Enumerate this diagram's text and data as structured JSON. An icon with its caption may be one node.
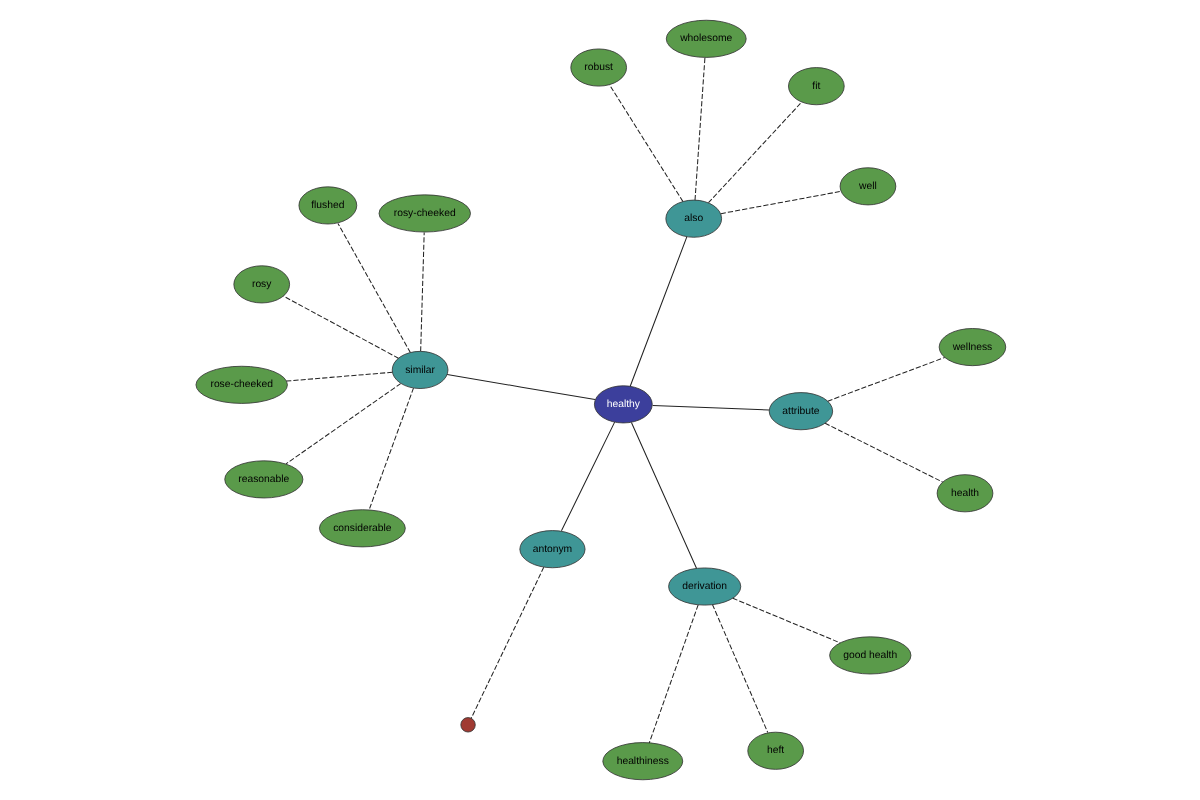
{
  "diagram": {
    "nodes": [
      {
        "text": [
          "healthy"
        ]
      },
      {
        "text": [
          "attribute"
        ]
      },
      {
        "text": [
          "health"
        ]
      },
      {
        "text": [
          "wellness"
        ]
      },
      {
        "text": [
          "derivation"
        ]
      },
      {
        "text": [
          "good health"
        ]
      },
      {
        "text": [
          "healthiness"
        ]
      },
      {
        "text": [
          "heft"
        ]
      },
      {
        "text": [
          "antonym"
        ]
      },
      {
        "text": [],
        "shape": "circle"
      },
      {
        "text": [
          "also"
        ]
      },
      {
        "text": [
          "robust"
        ]
      },
      {
        "text": [
          "well"
        ]
      },
      {
        "text": [
          "fit"
        ]
      },
      {
        "text": [
          "wholesome"
        ]
      },
      {
        "text": [
          "similar"
        ]
      },
      {
        "text": [
          "considerable"
        ]
      },
      {
        "text": [
          "rosy"
        ]
      },
      {
        "text": [
          "rose-cheeked"
        ]
      },
      {
        "text": [
          "flushed"
        ]
      },
      {
        "text": [
          "rosy-cheeked"
        ]
      },
      {
        "text": [
          "reasonable"
        ]
      }
    ],
    "edges": [
      {
        "from": 0,
        "to": 1,
        "arrow": "none"
      },
      {
        "from": 1,
        "to": 2,
        "arrow": "none",
        "style": "dashed"
      },
      {
        "from": 1,
        "to": 3,
        "arrow": "none",
        "style": "dashed"
      },
      {
        "from": 0,
        "to": 4,
        "arrow": "none"
      },
      {
        "from": 4,
        "to": 5,
        "arrow": "none",
        "style": "dashed"
      },
      {
        "from": 4,
        "to": 6,
        "arrow": "none",
        "style": "dashed"
      },
      {
        "from": 4,
        "to": 7,
        "arrow": "none",
        "style": "dashed"
      },
      {
        "from": 0,
        "to": 8,
        "arrow": "none"
      },
      {
        "from": 8,
        "to": 9,
        "arrow": "none",
        "style": "dashed"
      },
      {
        "from": 0,
        "to": 10,
        "arrow": "none"
      },
      {
        "from": 10,
        "to": 11,
        "arrow": "none",
        "style": "dashed"
      },
      {
        "from": 10,
        "to": 12,
        "arrow": "none",
        "style": "dashed"
      },
      {
        "from": 10,
        "to": 13,
        "arrow": "none",
        "style": "dashed"
      },
      {
        "from": 10,
        "to": 14,
        "arrow": "none",
        "style": "dashed"
      },
      {
        "from": 0,
        "to": 15,
        "arrow": "none"
      },
      {
        "from": 15,
        "to": 16,
        "arrow": "none",
        "style": "dashed"
      },
      {
        "from": 15,
        "to": 17,
        "arrow": "none",
        "style": "dashed"
      },
      {
        "from": 15,
        "to": 18,
        "arrow": "none",
        "style": "dashed"
      },
      {
        "from": 15,
        "to": 19,
        "arrow": "none",
        "style": "dashed"
      },
      {
        "from": 15,
        "to": 20,
        "arrow": "none",
        "style": "dashed"
      },
      {
        "from": 15,
        "to": 21,
        "arrow": "none",
        "style": "dashed"
      }
    ]
  }
}
